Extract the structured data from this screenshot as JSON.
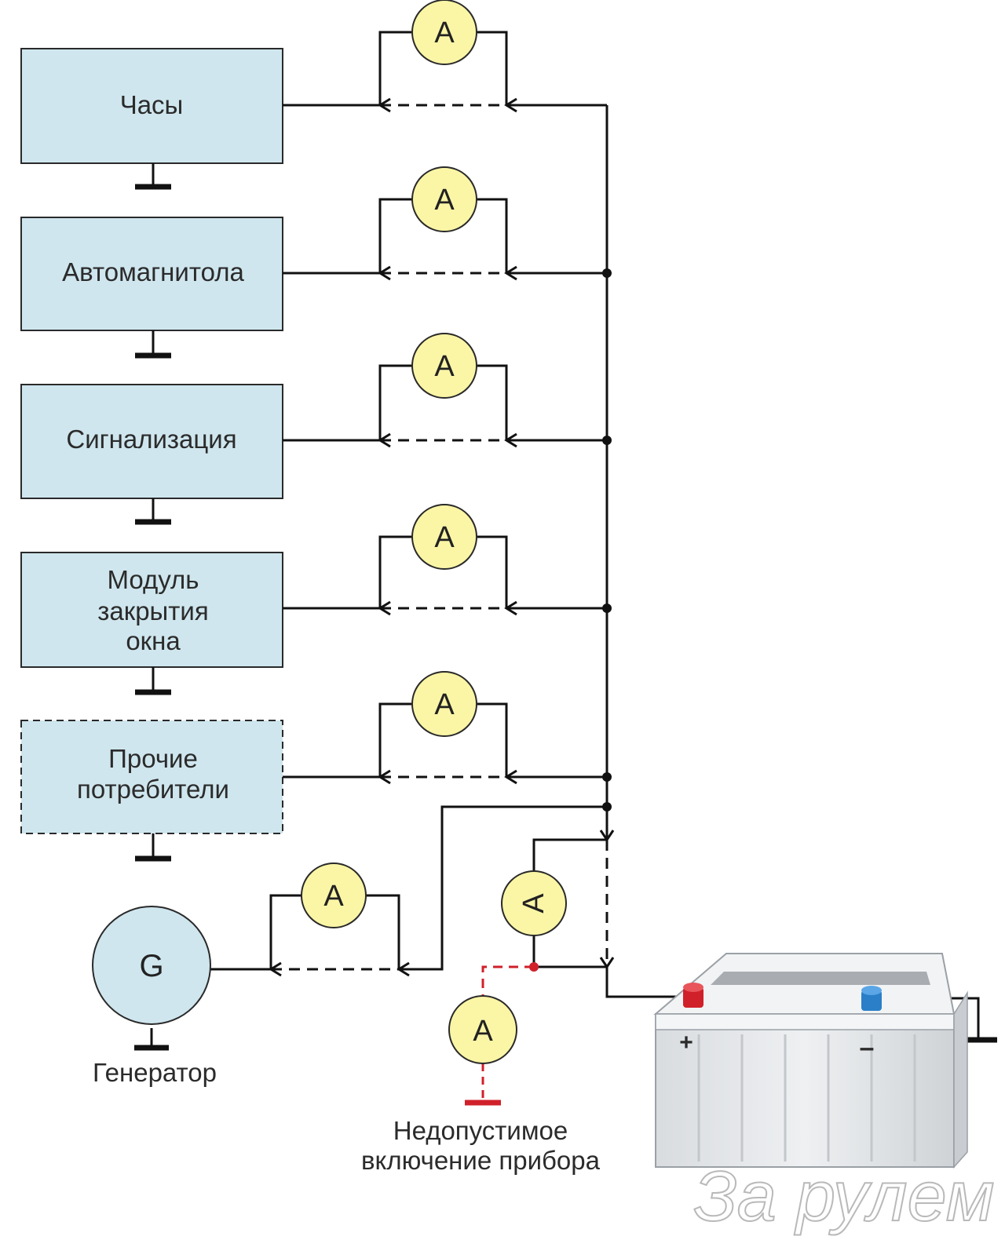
{
  "colors": {
    "box_fill": "#cfe6ee",
    "box_stroke": "#2a2a2a",
    "meter_fill": "#fbf6a6",
    "wire": "#111111",
    "wrong_wire": "#d0202a",
    "battery_body": "#e6e8ea",
    "terminal_plus": "#d0202a",
    "terminal_minus": "#2a7fc8"
  },
  "consumers": [
    {
      "lines": [
        "Часы"
      ]
    },
    {
      "lines": [
        "Автомагнитола"
      ]
    },
    {
      "lines": [
        "Сигнализация"
      ]
    },
    {
      "lines": [
        "Модуль",
        "закрытия",
        "окна"
      ]
    },
    {
      "lines": [
        "Прочие",
        "потребители"
      ],
      "dashed": true
    }
  ],
  "ammeter_label": "A",
  "generator": {
    "symbol": "G",
    "label": "Генератор"
  },
  "battery": {
    "plus": "+",
    "minus": "–"
  },
  "wrong_connection": {
    "lines": [
      "Недопустимое",
      "включение прибора"
    ]
  },
  "watermark": "За рулем"
}
